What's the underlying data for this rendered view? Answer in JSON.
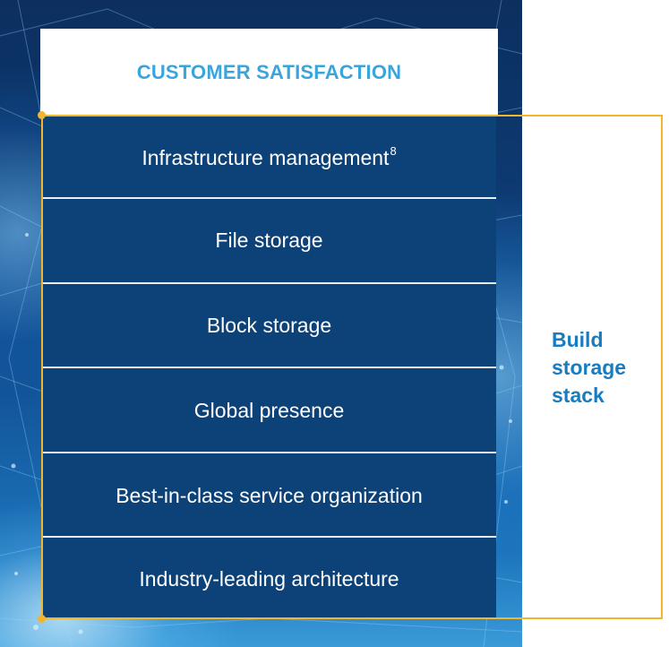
{
  "title": "CUSTOMER SATISFACTION",
  "layers": [
    {
      "label": "Infrastructure management",
      "footnote": "8"
    },
    {
      "label": "File storage"
    },
    {
      "label": "Block storage"
    },
    {
      "label": "Global presence"
    },
    {
      "label": "Best-in-class service organization"
    },
    {
      "label": "Industry-leading architecture"
    }
  ],
  "bracket_label": {
    "lines": [
      "Build",
      "storage",
      "stack"
    ]
  },
  "colors": {
    "title_text": "#3aa5dd",
    "layer_fill": "#0d4278",
    "bracket": "#f2b52c",
    "bracket_label": "#1a7cc0"
  },
  "icons": {
    "background": "fiber-optic-network-image"
  }
}
